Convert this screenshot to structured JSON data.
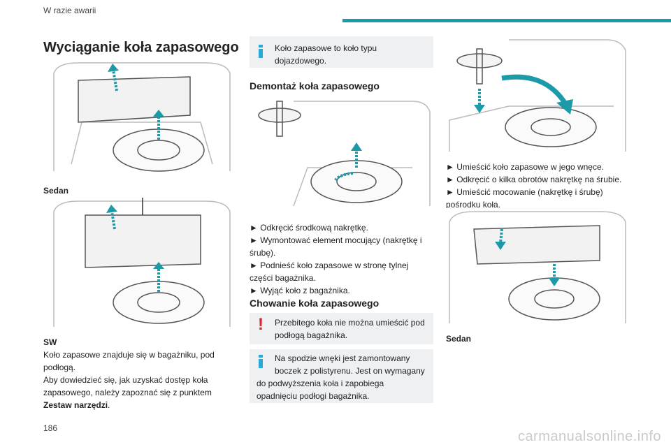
{
  "header": {
    "section": "W razie awarii",
    "accent": "#1c9aa8"
  },
  "page_number": "186",
  "watermark": "carmanualsonline.info",
  "col1": {
    "title": "Wyciąganie koła zapasowego",
    "caption_sedan": "Sedan",
    "sw_label": "SW",
    "sw_text1": "Koło zapasowe znajduje się w bagażniku, pod podłogą.",
    "sw_text2": "Aby dowiedzieć się, jak uzyskać dostęp koła zapasowego, należy zapoznać się z punktem ",
    "sw_link": "Zestaw narzędzi",
    "sw_end": "."
  },
  "col2": {
    "info1": "Koło zapasowe to koło typu dojazdowego.",
    "heading1": "Demontaż koła zapasowego",
    "steps1": [
      "► Odkręcić środkową nakrętkę.",
      "► Wymontować element mocujący (nakrętkę i śrubę).",
      "► Podnieść koło zapasowe w stronę tylnej części bagażnika.",
      "► Wyjąć koło z bagażnika."
    ],
    "heading2": "Chowanie koła zapasowego",
    "warning": "Przebitego koła nie można umieścić pod podłogą bagażnika.",
    "info2": "Na spodzie wnęki jest zamontowany boczek z polistyrenu. Jest on wymagany do podwyższenia koła i zapobiega opadnięciu podłogi bagażnika."
  },
  "col3": {
    "steps": [
      "► Umieścić koło zapasowe w jego wnęce.",
      "► Odkręcić o kilka obrotów nakrętkę na śrubie.",
      "► Umieścić mocowanie (nakrętkę i śrubę) pośrodku koła."
    ],
    "caption_sedan": "Sedan"
  },
  "colors": {
    "info": "#2aa9d8",
    "warning": "#e21c30",
    "box_bg": "#eef0f2",
    "arrow": "#1c9aa8"
  }
}
